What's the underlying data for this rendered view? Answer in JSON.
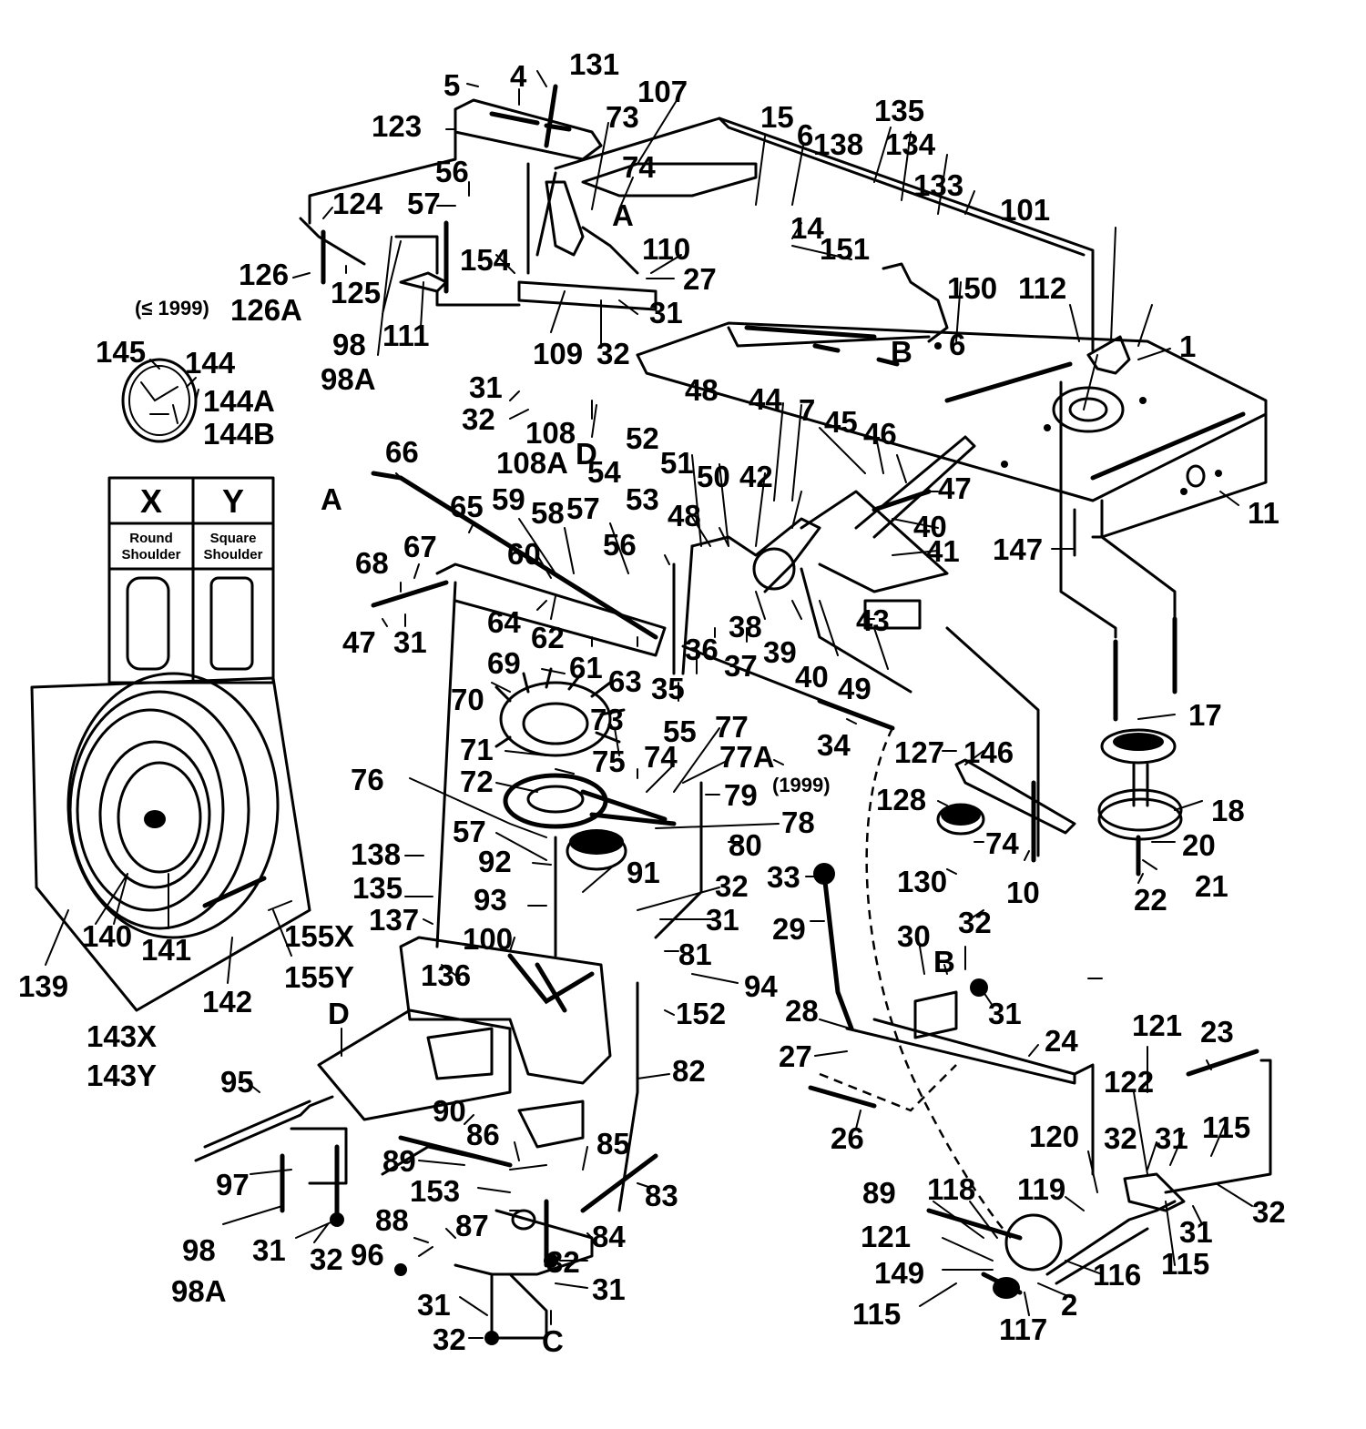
{
  "diagram": {
    "type": "exploded-parts-diagram",
    "subject": "Riding mower drive system, transmission, pedals and rear wheel",
    "shoulder_table": {
      "columns": [
        {
          "key": "X",
          "description_line1": "Round",
          "description_line2": "Shoulder"
        },
        {
          "key": "Y",
          "description_line1": "Square",
          "description_line2": "Shoulder"
        }
      ]
    },
    "notes": {
      "le_1999": "(≤ 1999)",
      "year_1999": "(1999)"
    },
    "reference_letters": [
      "A",
      "A",
      "B",
      "B",
      "C",
      "D",
      "D"
    ],
    "callouts": {
      "c5": "5",
      "c4": "4",
      "c131": "131",
      "c107": "107",
      "c123": "123",
      "c73a": "73",
      "c56a": "56",
      "c74a": "74",
      "c57a": "57",
      "c124": "124",
      "refA1": "A",
      "c110": "110",
      "c27a": "27",
      "c154": "154",
      "c126": "126",
      "c125": "125",
      "note1999a": "(≤ 1999)",
      "c126A": "126A",
      "c31a": "31",
      "c98a": "98",
      "c111": "111",
      "c109": "109",
      "c32a": "32",
      "c98Aa": "98A",
      "c15": "15",
      "c6a": "6",
      "c138a": "138",
      "c135a": "135",
      "c134": "134",
      "c133": "133",
      "c14": "14",
      "c151": "151",
      "c101": "101",
      "c150": "150",
      "c112": "112",
      "refB1": "B",
      "c6b": "6",
      "c1": "1",
      "c145": "145",
      "c144": "144",
      "c144A": "144A",
      "c144B": "144B",
      "c31b": "31",
      "c32b": "32",
      "c108": "108",
      "c108A": "108A",
      "refD1": "D",
      "c48a": "48",
      "c44": "44",
      "c7": "7",
      "c45": "45",
      "c46": "46",
      "c47a": "47",
      "c11": "11",
      "c40a": "40",
      "c41": "41",
      "c147": "147",
      "c66": "66",
      "refA2": "A",
      "c52": "52",
      "c54": "54",
      "c51": "51",
      "c50": "50",
      "c42": "42",
      "c65": "65",
      "c59": "59",
      "c58": "58",
      "c57b": "57",
      "c53": "53",
      "c48b": "48",
      "c56b": "56",
      "c60": "60",
      "c68": "68",
      "c67": "67",
      "c64": "64",
      "c62": "62",
      "c47b": "47",
      "c31c": "31",
      "c38": "38",
      "c39": "39",
      "c43": "43",
      "c36": "36",
      "c37": "37",
      "c61": "61",
      "c63": "63",
      "c69": "69",
      "c35": "35",
      "c40b": "40",
      "c49": "49",
      "c70": "70",
      "c73b": "73",
      "c55": "55",
      "c77": "77",
      "c34": "34",
      "c17": "17",
      "c71": "71",
      "c75": "75",
      "c74b": "74",
      "c77A": "77A",
      "note1999b": "(1999)",
      "c127": "127",
      "c146": "146",
      "c76": "76",
      "c72": "72",
      "c79": "79",
      "c128": "128",
      "c18": "18",
      "c78": "78",
      "c74c": "74",
      "c80": "80",
      "c20": "20",
      "c138b": "138",
      "c57c": "57",
      "c92": "92",
      "c91": "91",
      "c33": "33",
      "c130": "130",
      "c10": "10",
      "c21": "21",
      "c22": "22",
      "c135b": "135",
      "c93": "93",
      "c32c": "32",
      "c29": "29",
      "c31d": "31",
      "c137": "137",
      "c100": "100",
      "c30": "30",
      "c32d": "32",
      "refB2": "B",
      "c140": "140",
      "c141": "141",
      "c155X": "155X",
      "c136": "136",
      "c81": "81",
      "c139": "139",
      "c155Y": "155Y",
      "c94": "94",
      "c31e": "31",
      "c142": "142",
      "c152": "152",
      "c28": "28",
      "c24": "24",
      "c121a": "121",
      "c23": "23",
      "c143X": "143X",
      "c143Y": "143Y",
      "refD2": "D",
      "c27b": "27",
      "c95": "95",
      "c82": "82",
      "c122": "122",
      "c90": "90",
      "c26": "26",
      "c120": "120",
      "c32e": "32",
      "c31f": "31",
      "c115a": "115",
      "c86": "86",
      "c85": "85",
      "c89a": "89",
      "c97": "97",
      "c89b": "89",
      "c118": "118",
      "c119": "119",
      "c32f": "32",
      "c153": "153",
      "c83": "83",
      "c31g": "31",
      "c121b": "121",
      "c98b": "98",
      "c31h": "31",
      "c32g": "32",
      "c96": "96",
      "c88": "88",
      "c87": "87",
      "c84": "84",
      "c149": "149",
      "c116": "116",
      "c115b": "115",
      "c32h": "32",
      "c31i": "31",
      "c98Ab": "98A",
      "c115c": "115",
      "c31j": "31",
      "c2": "2",
      "c117": "117",
      "c32i": "32",
      "refC": "C"
    }
  }
}
